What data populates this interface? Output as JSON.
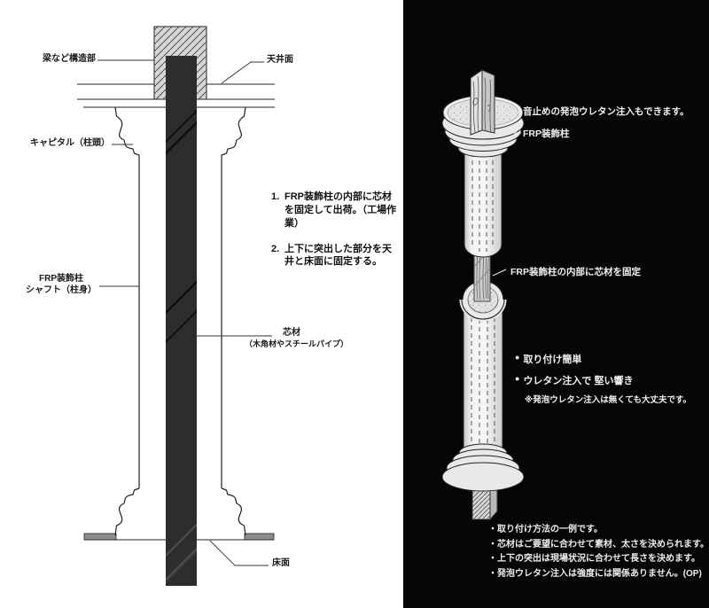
{
  "left_panel": {
    "labels": {
      "beam": "梁など構造部",
      "ceiling": "天井面",
      "capital": "キャピタル（柱頭）",
      "shaft_line1": "FRP装飾柱",
      "shaft_line2": "シャフト（柱身）",
      "core_line1": "芯材",
      "core_line2": "（木角材やスチールパイプ）",
      "floor": "床面"
    },
    "instructions": [
      {
        "num": "1.",
        "text": "FRP装飾柱の内部に芯材を固定して出荷。（工場作業）"
      },
      {
        "num": "2.",
        "text": "上下に突出した部分を天井と床面に固定する。"
      }
    ]
  },
  "right_panel": {
    "labels": {
      "urethane_option": "音止めの発泡ウレタン注入もできます。",
      "frp_column": "FRP装飾柱",
      "core_fixed": "FRP装飾柱の内部に芯材を固定"
    },
    "features": [
      {
        "marker": "●",
        "text": "取り付け簡単"
      },
      {
        "marker": "●",
        "text": "ウレタン注入で 堅い響き"
      }
    ],
    "feature_note": "※発泡ウレタン注入は無くても大丈夫です。",
    "notes": [
      "・取り付け方法の一例です。",
      "・芯材はご要望に合わせて素材、太さを決められます。",
      "・上下の突出は現場状況に合わせて長さを決めます。",
      "・発泡ウレタン注入は強度には関係ありません。(OP)"
    ]
  },
  "colors": {
    "left_bg": "#ffffff",
    "right_bg": "#060606",
    "line": "#222222",
    "core_dark": "#2d2d2d",
    "beam_gray": "#d6d6d6",
    "floor_gray": "#8e8e8e",
    "column_light": "#ededed",
    "text_dark": "#1a1a1a",
    "text_light": "#f0f0f0"
  }
}
